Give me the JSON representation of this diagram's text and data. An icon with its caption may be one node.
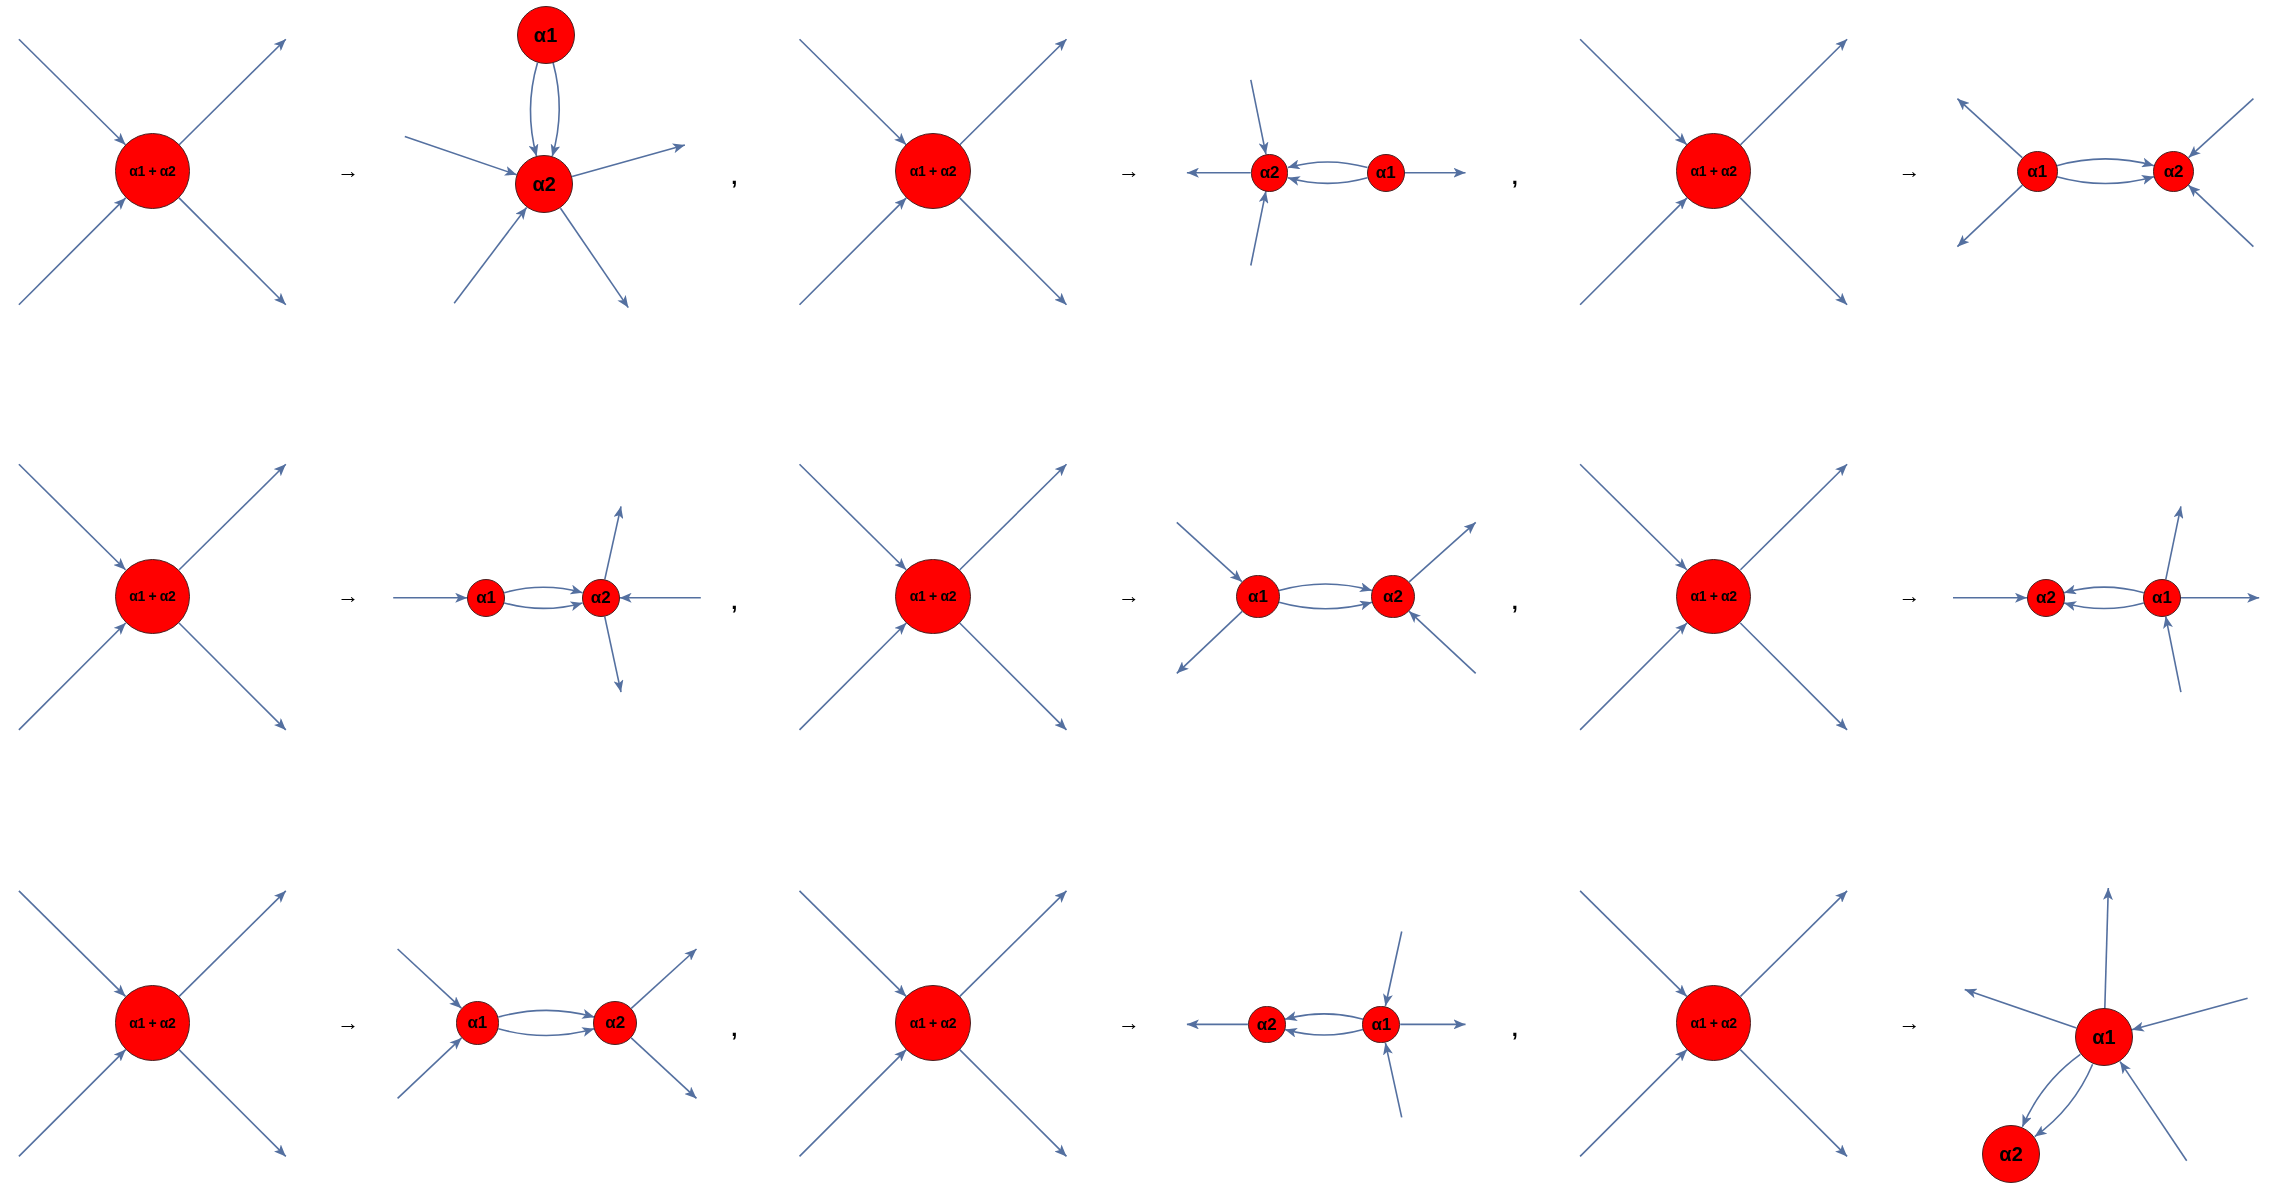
{
  "diagram": {
    "nodes": [
      {
        "text": [
          "α1 + α2"
        ]
      },
      {
        "text": [
          "α1"
        ]
      },
      {
        "text": [
          "α2"
        ]
      },
      {
        "text": [
          "α1 + α2"
        ]
      },
      {
        "text": [
          "α2"
        ]
      },
      {
        "text": [
          "α1"
        ]
      },
      {
        "text": [
          "α1 + α2"
        ]
      },
      {
        "text": [
          "α1"
        ]
      },
      {
        "text": [
          "α2"
        ]
      },
      {
        "text": [
          "α1 + α2"
        ]
      },
      {
        "text": [
          "α1"
        ]
      },
      {
        "text": [
          "α2"
        ]
      },
      {
        "text": [
          "α1 + α2"
        ]
      },
      {
        "text": [
          "α1"
        ]
      },
      {
        "text": [
          "α2"
        ]
      },
      {
        "text": [
          "α1 + α2"
        ]
      },
      {
        "text": [
          "α2"
        ]
      },
      {
        "text": [
          "α1"
        ]
      },
      {
        "text": [
          "α1 + α2"
        ]
      },
      {
        "text": [
          "α1"
        ]
      },
      {
        "text": [
          "α2"
        ]
      },
      {
        "text": [
          "α1 + α2"
        ]
      },
      {
        "text": [
          "α2"
        ]
      },
      {
        "text": [
          "α1"
        ]
      },
      {
        "text": [
          "α1 + α2"
        ]
      },
      {
        "text": [
          "α1"
        ]
      },
      {
        "text": [
          "α2"
        ]
      }
    ],
    "edges": [
      {
        "from": null,
        "to": 0,
        "arrow": "to"
      },
      {
        "from": null,
        "to": 0,
        "arrow": "to"
      },
      {
        "from": 0,
        "to": null,
        "arrow": "to"
      },
      {
        "from": 0,
        "to": null,
        "arrow": "to"
      },
      {
        "from": 1,
        "to": 2,
        "arrow": "to"
      },
      {
        "from": 1,
        "to": 2,
        "arrow": "to"
      },
      {
        "from": null,
        "to": 2,
        "arrow": "to"
      },
      {
        "from": null,
        "to": 2,
        "arrow": "to"
      },
      {
        "from": 2,
        "to": null,
        "arrow": "to"
      },
      {
        "from": 2,
        "to": null,
        "arrow": "to"
      },
      {
        "from": null,
        "to": 3,
        "arrow": "to"
      },
      {
        "from": null,
        "to": 3,
        "arrow": "to"
      },
      {
        "from": 3,
        "to": null,
        "arrow": "to"
      },
      {
        "from": 3,
        "to": null,
        "arrow": "to"
      },
      {
        "from": 5,
        "to": 4,
        "arrow": "to"
      },
      {
        "from": 5,
        "to": 4,
        "arrow": "to"
      },
      {
        "from": 4,
        "to": null,
        "arrow": "to"
      },
      {
        "from": null,
        "to": 4,
        "arrow": "to"
      },
      {
        "from": null,
        "to": 4,
        "arrow": "to"
      },
      {
        "from": 5,
        "to": null,
        "arrow": "to"
      },
      {
        "from": null,
        "to": 6,
        "arrow": "to"
      },
      {
        "from": null,
        "to": 6,
        "arrow": "to"
      },
      {
        "from": 6,
        "to": null,
        "arrow": "to"
      },
      {
        "from": 6,
        "to": null,
        "arrow": "to"
      },
      {
        "from": 7,
        "to": 8,
        "arrow": "to"
      },
      {
        "from": 7,
        "to": 8,
        "arrow": "to"
      },
      {
        "from": 7,
        "to": null,
        "arrow": "to"
      },
      {
        "from": 7,
        "to": null,
        "arrow": "to"
      },
      {
        "from": null,
        "to": 8,
        "arrow": "to"
      },
      {
        "from": null,
        "to": 8,
        "arrow": "to"
      },
      {
        "from": null,
        "to": 9,
        "arrow": "to"
      },
      {
        "from": null,
        "to": 9,
        "arrow": "to"
      },
      {
        "from": 9,
        "to": null,
        "arrow": "to"
      },
      {
        "from": 9,
        "to": null,
        "arrow": "to"
      },
      {
        "from": 10,
        "to": 11,
        "arrow": "to"
      },
      {
        "from": 10,
        "to": 11,
        "arrow": "to"
      },
      {
        "from": null,
        "to": 10,
        "arrow": "to"
      },
      {
        "from": 11,
        "to": null,
        "arrow": "to"
      },
      {
        "from": 11,
        "to": null,
        "arrow": "to"
      },
      {
        "from": null,
        "to": 11,
        "arrow": "to"
      },
      {
        "from": null,
        "to": 12,
        "arrow": "to"
      },
      {
        "from": null,
        "to": 12,
        "arrow": "to"
      },
      {
        "from": 12,
        "to": null,
        "arrow": "to"
      },
      {
        "from": 12,
        "to": null,
        "arrow": "to"
      },
      {
        "from": 13,
        "to": 14,
        "arrow": "to"
      },
      {
        "from": 13,
        "to": 14,
        "arrow": "to"
      },
      {
        "from": null,
        "to": 13,
        "arrow": "to"
      },
      {
        "from": 13,
        "to": null,
        "arrow": "to"
      },
      {
        "from": 14,
        "to": null,
        "arrow": "to"
      },
      {
        "from": null,
        "to": 14,
        "arrow": "to"
      },
      {
        "from": null,
        "to": 15,
        "arrow": "to"
      },
      {
        "from": null,
        "to": 15,
        "arrow": "to"
      },
      {
        "from": 15,
        "to": null,
        "arrow": "to"
      },
      {
        "from": 15,
        "to": null,
        "arrow": "to"
      },
      {
        "from": 17,
        "to": 16,
        "arrow": "to"
      },
      {
        "from": 17,
        "to": 16,
        "arrow": "to"
      },
      {
        "from": null,
        "to": 16,
        "arrow": "to"
      },
      {
        "from": 17,
        "to": null,
        "arrow": "to"
      },
      {
        "from": null,
        "to": 17,
        "arrow": "to"
      },
      {
        "from": 17,
        "to": null,
        "arrow": "to"
      },
      {
        "from": null,
        "to": 18,
        "arrow": "to"
      },
      {
        "from": null,
        "to": 18,
        "arrow": "to"
      },
      {
        "from": 18,
        "to": null,
        "arrow": "to"
      },
      {
        "from": 18,
        "to": null,
        "arrow": "to"
      },
      {
        "from": 19,
        "to": 20,
        "arrow": "to"
      },
      {
        "from": 19,
        "to": 20,
        "arrow": "to"
      },
      {
        "from": null,
        "to": 19,
        "arrow": "to"
      },
      {
        "from": null,
        "to": 19,
        "arrow": "to"
      },
      {
        "from": 20,
        "to": null,
        "arrow": "to"
      },
      {
        "from": 20,
        "to": null,
        "arrow": "to"
      },
      {
        "from": null,
        "to": 21,
        "arrow": "to"
      },
      {
        "from": null,
        "to": 21,
        "arrow": "to"
      },
      {
        "from": 21,
        "to": null,
        "arrow": "to"
      },
      {
        "from": 21,
        "to": null,
        "arrow": "to"
      },
      {
        "from": 23,
        "to": 22,
        "arrow": "to"
      },
      {
        "from": 23,
        "to": 22,
        "arrow": "to"
      },
      {
        "from": 22,
        "to": null,
        "arrow": "to"
      },
      {
        "from": null,
        "to": 23,
        "arrow": "to"
      },
      {
        "from": null,
        "to": 23,
        "arrow": "to"
      },
      {
        "from": 23,
        "to": null,
        "arrow": "to"
      },
      {
        "from": null,
        "to": 24,
        "arrow": "to"
      },
      {
        "from": null,
        "to": 24,
        "arrow": "to"
      },
      {
        "from": 24,
        "to": null,
        "arrow": "to"
      },
      {
        "from": 24,
        "to": null,
        "arrow": "to"
      },
      {
        "from": 25,
        "to": 26,
        "arrow": "to"
      },
      {
        "from": 25,
        "to": 26,
        "arrow": "to"
      },
      {
        "from": 25,
        "to": null,
        "arrow": "to"
      },
      {
        "from": 25,
        "to": null,
        "arrow": "to"
      },
      {
        "from": null,
        "to": 25,
        "arrow": "to"
      },
      {
        "from": null,
        "to": 25,
        "arrow": "to"
      }
    ],
    "labels": [
      "→",
      ",",
      "→",
      ",",
      "→",
      "→",
      ",",
      "→",
      ",",
      "→",
      "→",
      ",",
      "→",
      ",",
      "→"
    ]
  }
}
